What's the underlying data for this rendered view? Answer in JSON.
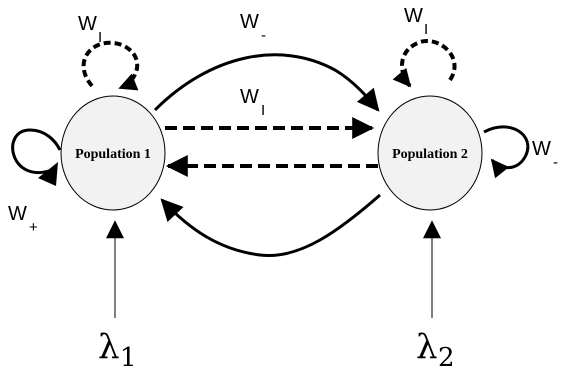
{
  "nodes": {
    "population1": {
      "label": "Population 1"
    },
    "population2": {
      "label": "Population 2"
    }
  },
  "weights": {
    "self_inhib_1": {
      "letter": "W",
      "sub": "I"
    },
    "self_inhib_2": {
      "letter": "W",
      "sub": "I"
    },
    "cross_minus": {
      "letter": "W",
      "sub": "-"
    },
    "cross_inhib": {
      "letter": "W",
      "sub": "I"
    },
    "self_excite_1": {
      "letter": "W",
      "sub": "+"
    },
    "self_minus_2": {
      "letter": "W",
      "sub": "-"
    }
  },
  "inputs": {
    "lambda1": {
      "symbol": "λ",
      "sub": "1"
    },
    "lambda2": {
      "symbol": "λ",
      "sub": "2"
    }
  },
  "colors": {
    "stroke": "#000000",
    "node_fill": "#f2f2f2"
  }
}
